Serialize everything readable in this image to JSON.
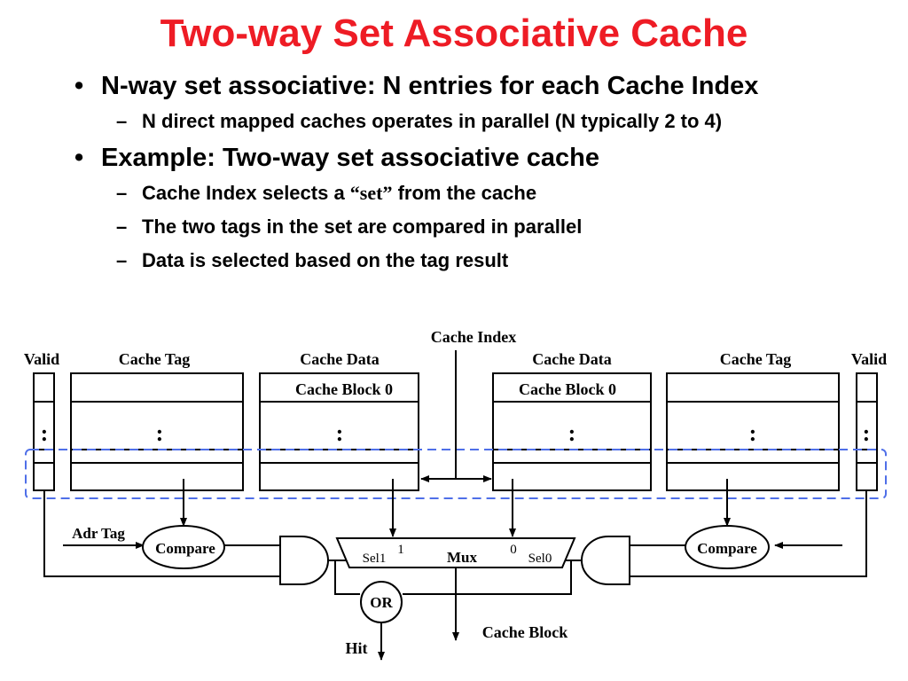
{
  "title": "Two-way Set Associative Cache",
  "bullets": {
    "b1_marker": "•",
    "b2_marker": "–",
    "item1": "N-way set associative: N entries for each Cache Index",
    "item1_sub1": "N direct mapped caches operates in parallel (N typically 2 to 4)",
    "item2": "Example: Two-way set associative cache",
    "item2_sub1_pre": "Cache Index selects a ",
    "item2_sub1_quoted": "“set”",
    "item2_sub1_post": " from the cache",
    "item2_sub2": "The two tags in the set are compared in parallel",
    "item2_sub3": "Data is selected based on the tag result"
  },
  "diagram": {
    "cache_index": "Cache Index",
    "valid_left": "Valid",
    "cache_tag_left": "Cache Tag",
    "cache_data_left": "Cache Data",
    "cache_data_right": "Cache Data",
    "cache_tag_right": "Cache Tag",
    "valid_right": "Valid",
    "cache_block0_left": "Cache Block 0",
    "cache_block0_right": "Cache Block 0",
    "ellipsis": ":",
    "adr_tag": "Adr Tag",
    "compare_left": "Compare",
    "compare_right": "Compare",
    "sel1": "Sel1",
    "sel0": "Sel0",
    "mux_in1": "1",
    "mux_in0": "0",
    "mux": "Mux",
    "or_gate": "OR",
    "cache_block_out": "Cache Block",
    "hit": "Hit"
  }
}
